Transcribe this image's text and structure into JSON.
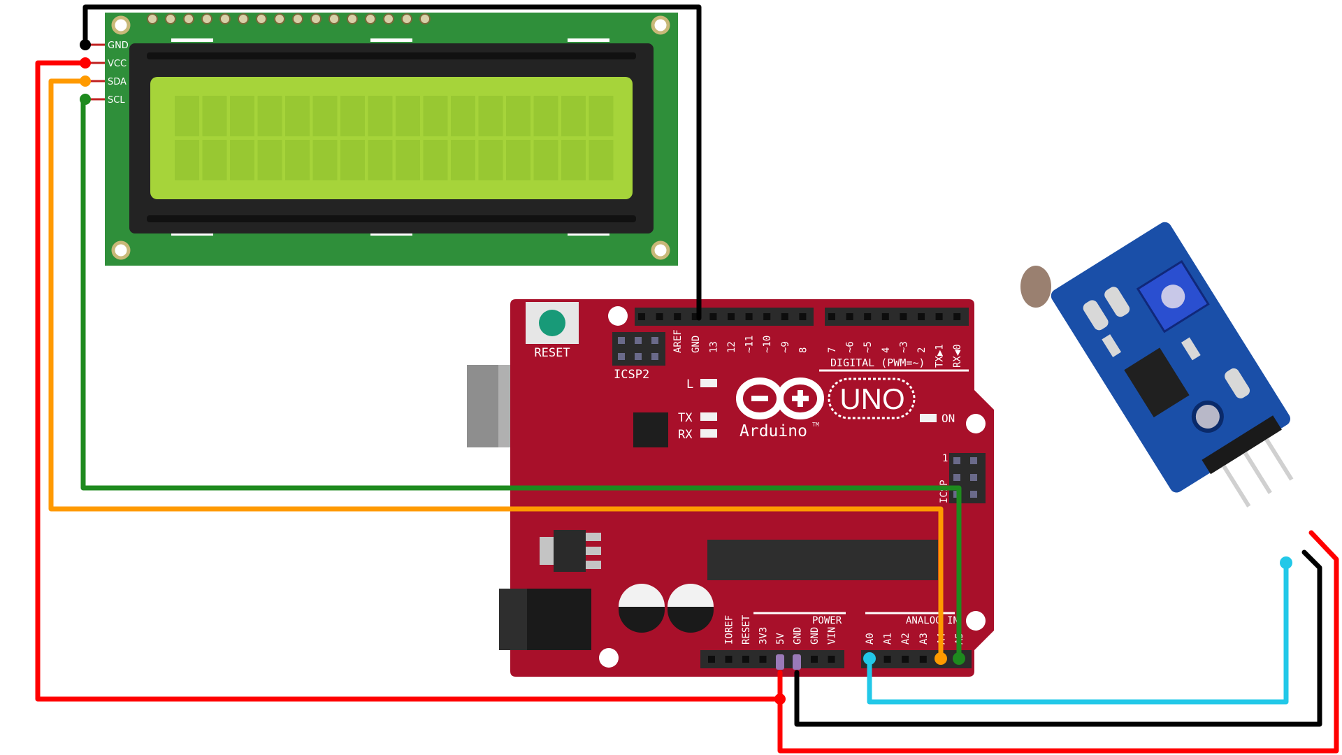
{
  "lcd": {
    "pins": [
      "GND",
      "VCC",
      "SDA",
      "SCL"
    ]
  },
  "arduino": {
    "reset_label": "RESET",
    "icsp2_label": "ICSP2",
    "digital_label": "DIGITAL (PWM=~)",
    "digital_pins": [
      "AREF",
      "GND",
      "13",
      "12",
      "~11",
      "~10",
      "~9",
      "8",
      "7",
      "~6",
      "~5",
      "4",
      "~3",
      "2",
      "TX▶1",
      "RX◀0"
    ],
    "led_l": "L",
    "led_tx": "TX",
    "led_rx": "RX",
    "logo_text": "UNO",
    "brand": "Arduino",
    "tm": "TM",
    "on_label": "ON",
    "icsp_label": "ICSP",
    "icsp_pin1": "1",
    "power_label": "POWER",
    "power_pins": [
      "IOREF",
      "RESET",
      "3V3",
      "5V",
      "GND",
      "GND",
      "VIN"
    ],
    "analog_label": "ANALOG IN",
    "analog_pins": [
      "A0",
      "A1",
      "A2",
      "A3",
      "A4",
      "A5"
    ]
  },
  "colors": {
    "black_wire": "#000000",
    "red_wire": "#ff0000",
    "orange_wire": "#ff9a00",
    "green_wire": "#1e8a1e",
    "cyan_wire": "#22c8e8",
    "board_red": "#a8102a",
    "lcd_pcb": "#2f8f3a",
    "lcd_screen": "#a6d43a",
    "sensor_pcb": "#1a4fa8"
  }
}
